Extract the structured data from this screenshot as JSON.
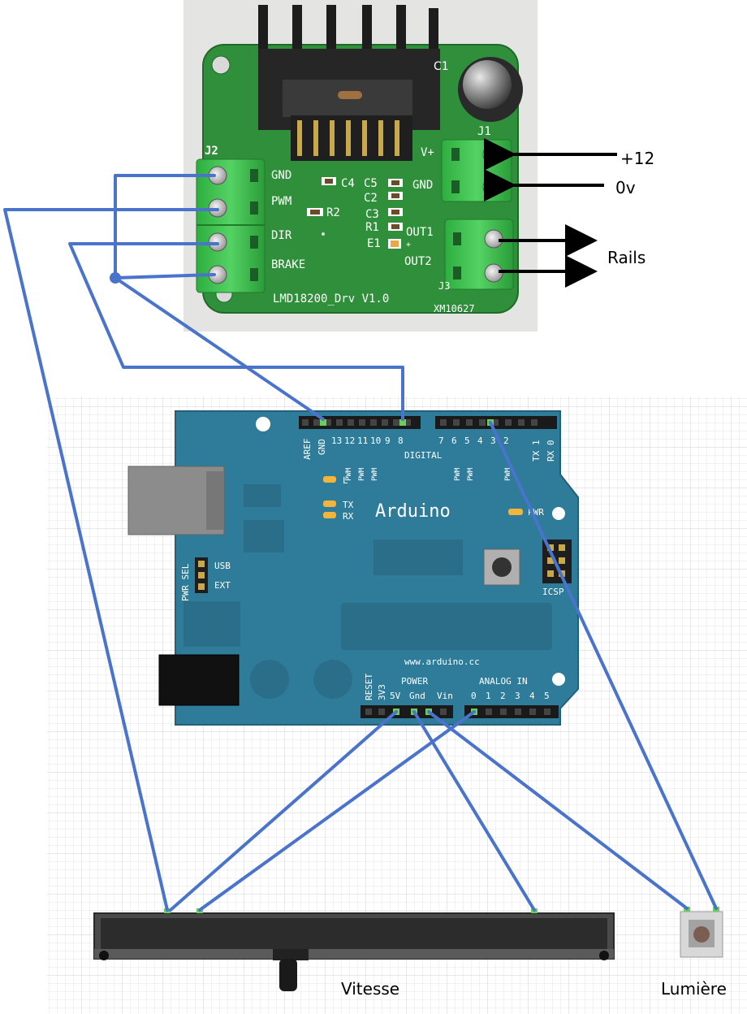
{
  "driver_board": {
    "name": "LMD18200_Drv V1.0",
    "serial": "XM10627",
    "header_j2": "J2",
    "header_j1": "J1",
    "header_j3": "J3",
    "cap_c1": "C1",
    "pins_left": [
      "GND",
      "PWM",
      "DIR",
      "BRAKE"
    ],
    "pins_power": [
      "V+",
      "GND"
    ],
    "pins_out": [
      "OUT1",
      "OUT2"
    ],
    "parts": [
      "C4",
      "C5",
      "C2",
      "C3",
      "R1",
      "E1",
      "R2"
    ],
    "plus_sign": "+"
  },
  "annotations": {
    "plus12": "+12",
    "zero_v": "0v",
    "rails": "Rails"
  },
  "arduino": {
    "logo": "Arduino",
    "url": "www.arduino.cc",
    "digital_label": "DIGITAL",
    "aref": "AREF",
    "gnd": "GND",
    "digital_high": [
      "13",
      "12",
      "11",
      "10",
      "9",
      "8"
    ],
    "digital_low": [
      "7",
      "6",
      "5",
      "4",
      "3",
      "2",
      "TX 1",
      "RX 0"
    ],
    "pwm": "PWM",
    "led_l": "L",
    "led_tx": "TX",
    "led_rx": "RX",
    "led_pwr": "PWR",
    "pwr_sel": "PWR SEL",
    "usb": "USB",
    "ext": "EXT",
    "icsp": "ICSP",
    "reset": "RESET",
    "v3": "3V3",
    "power_label": "POWER",
    "power_pins": [
      "5V",
      "Gnd",
      "Vin"
    ],
    "analog_label": "ANALOG IN",
    "analog_pins": [
      "0",
      "1",
      "2",
      "3",
      "4",
      "5"
    ]
  },
  "components": {
    "slider_label": "Vitesse",
    "button_label": "Lumière"
  },
  "colors": {
    "wire": "#4a74cc",
    "board_green": "#2f8f3a",
    "arduino_blue": "#2f7b9a",
    "terminal_green": "#3fbf4f"
  }
}
